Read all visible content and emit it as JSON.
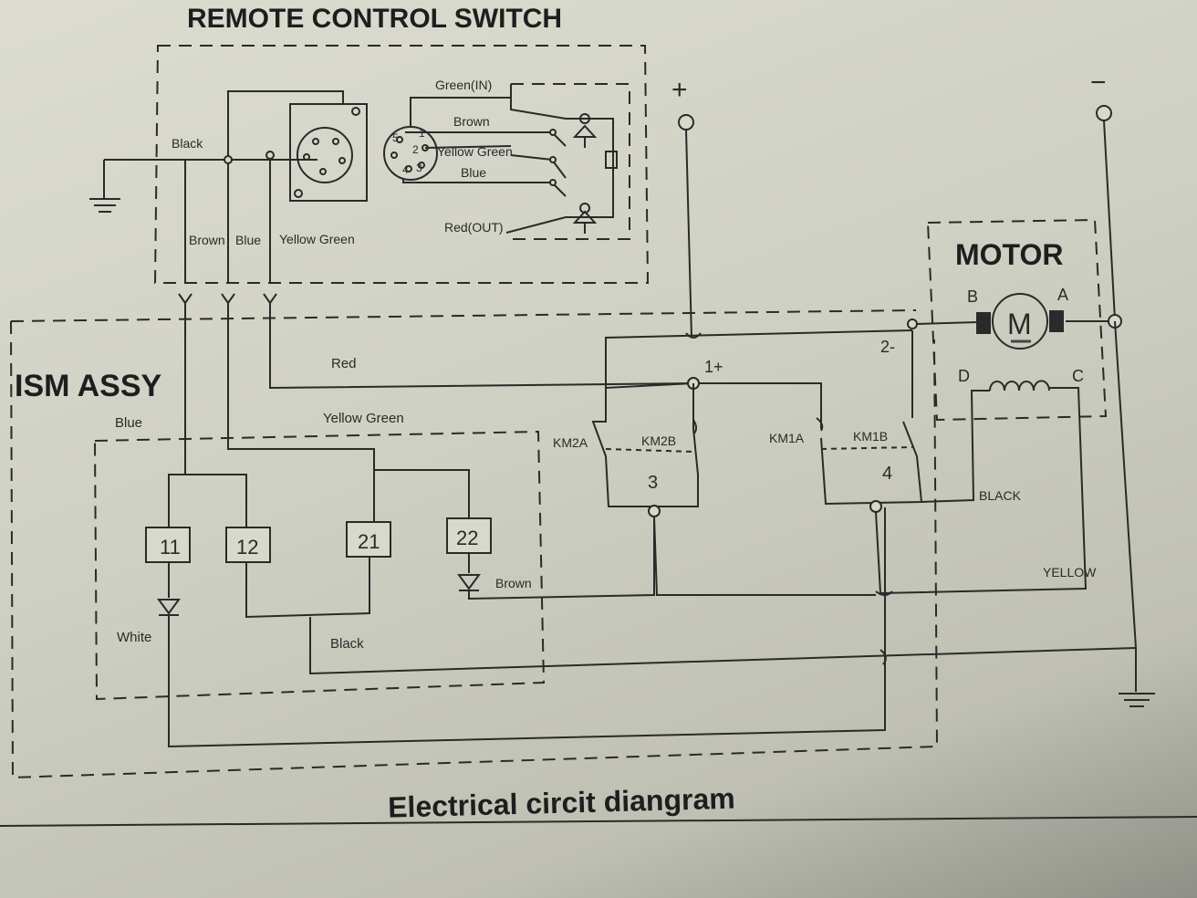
{
  "titles": {
    "remote": "REMOTE CONTROL SWITCH",
    "ism": "ISM ASSY",
    "motor": "MOTOR",
    "caption": "Electrical circit diangram"
  },
  "remote_labels": {
    "black": "Black",
    "brown": "Brown",
    "blue": "Blue",
    "yellow_green": "Yellow Green",
    "green_in": "Green(IN)",
    "brown_r": "Brown",
    "yellow_green_r": "Yellow Green",
    "blue_r": "Blue",
    "red_out": "Red(OUT)",
    "pin5": "5",
    "pin1": "1",
    "pin2": "2",
    "pin3": "3",
    "pin4": "4"
  },
  "ism_labels": {
    "red": "Red",
    "blue": "Blue",
    "yellow_green": "Yellow Green",
    "white": "White",
    "black": "Black",
    "brown": "Brown"
  },
  "relays": [
    "11",
    "12",
    "21",
    "22"
  ],
  "contactors": {
    "km2a": "KM2A",
    "km2b": "KM2B",
    "km1a": "KM1A",
    "km1b": "KM1B",
    "n3": "3",
    "n4": "4",
    "n1p": "1+",
    "n2m": "2-"
  },
  "motor_labels": {
    "b": "B",
    "a": "A",
    "d": "D",
    "c": "C",
    "m": "M",
    "black": "BLACK",
    "yellow": "YELLOW"
  },
  "supply": {
    "plus": "+",
    "minus": "−"
  }
}
